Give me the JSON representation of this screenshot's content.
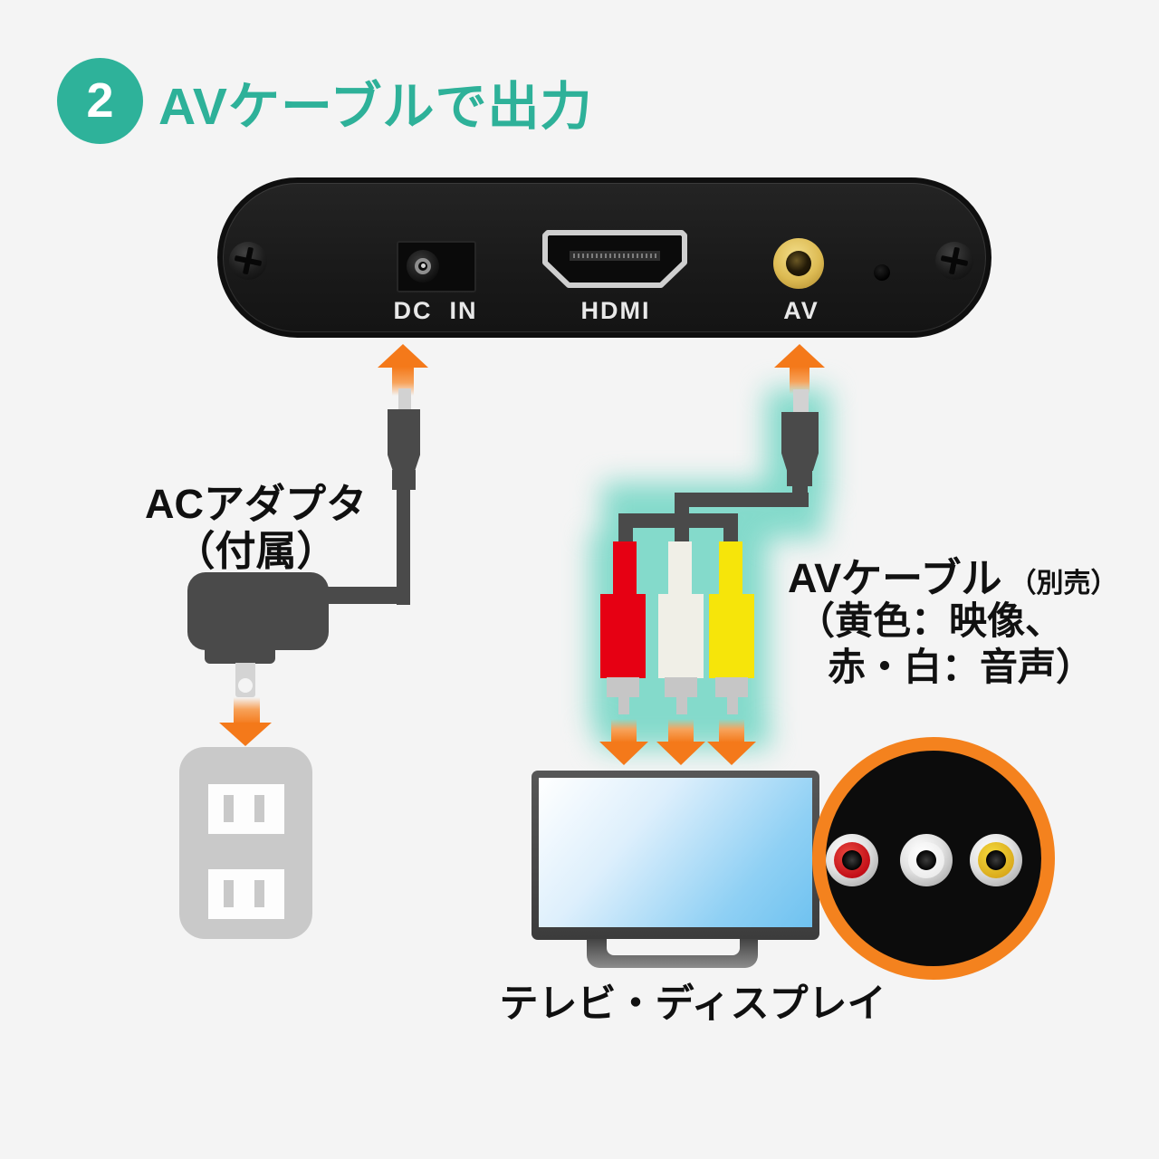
{
  "step": {
    "number": "2",
    "title": "AVケーブルで出力"
  },
  "device": {
    "ports": {
      "dc_in": "DC  IN",
      "hdmi": "HDMI",
      "av": "AV"
    }
  },
  "ac_adapter": {
    "label_line1": "ACアダプタ",
    "label_line2": "（付属）"
  },
  "av_cable": {
    "label_main": "AVケーブル",
    "label_sub": "（別売）",
    "label_line2": "（黄色：映像、",
    "label_line3": "赤・白：音声）"
  },
  "tv": {
    "label": "テレビ・ディスプレイ"
  },
  "colors": {
    "accent_teal": "#2eb29a",
    "arrow_orange": "#f4791a",
    "glow_teal": "#84dacb",
    "rca_red": "#e60013",
    "rca_white": "#f0efe7",
    "rca_yellow": "#f6e50a",
    "cable_gray": "#4a4a4a",
    "callout_ring_orange": "#f4821e",
    "background": "#f4f4f4"
  }
}
